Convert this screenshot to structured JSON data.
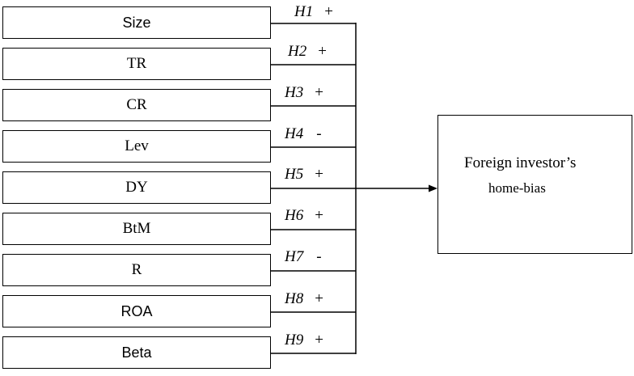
{
  "variables": [
    {
      "label": "Size",
      "hypothesis": "H1",
      "sign": "+"
    },
    {
      "label": "TR",
      "hypothesis": "H2",
      "sign": "+"
    },
    {
      "label": "CR",
      "hypothesis": "H3",
      "sign": "+"
    },
    {
      "label": "Lev",
      "hypothesis": "H4",
      "sign": "-"
    },
    {
      "label": "DY",
      "hypothesis": "H5",
      "sign": "+"
    },
    {
      "label": "BtM",
      "hypothesis": "H6",
      "sign": "+"
    },
    {
      "label": "R",
      "hypothesis": "H7",
      "sign": "-"
    },
    {
      "label": "ROA",
      "hypothesis": "H8",
      "sign": "+"
    },
    {
      "label": "Beta",
      "hypothesis": "H9",
      "sign": "+"
    }
  ],
  "outcome": {
    "line1": "Foreign investor’s",
    "line2": "home-bias"
  }
}
